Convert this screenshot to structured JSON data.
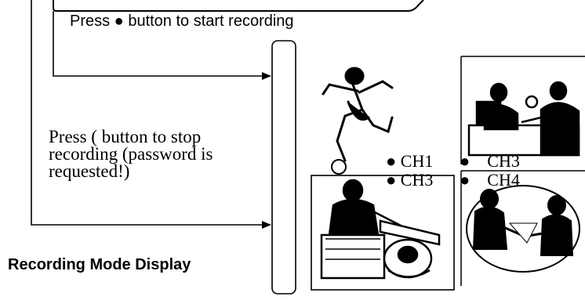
{
  "notes": {
    "start_recording": "Press ● button to start recording",
    "stop_recording": "Press ( button to stop recording (password is requested!)",
    "display_title": "Recording Mode Display"
  },
  "channels": {
    "ch1": "● CH1",
    "ch3_top": "●    CH3",
    "ch3_bottom": "● CH3",
    "ch4": "●    CH4"
  },
  "illustrations": [
    "soccer-player",
    "office-meeting",
    "desk-worker",
    "handshake-meeting"
  ]
}
